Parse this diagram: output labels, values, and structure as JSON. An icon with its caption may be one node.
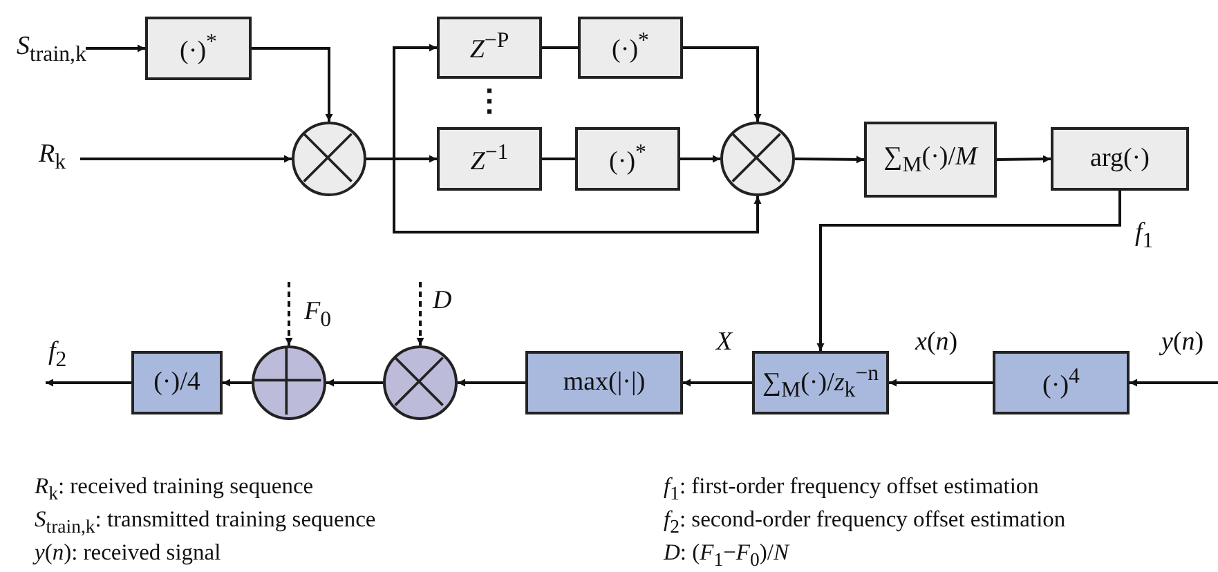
{
  "diagram": {
    "nodes": [
      {
        "text": [
          "(·)$^{*}$"
        ]
      },
      {
        "text": [],
        "shape": "circle"
      },
      {
        "text": [
          "*Z*$^{−P}$"
        ]
      },
      {
        "text": [
          "(·)$^{*}$"
        ]
      },
      {
        "text": [
          "*Z*$^{−1}$"
        ]
      },
      {
        "text": [
          "(·)$^{*}$"
        ]
      },
      {
        "text": [],
        "shape": "circle"
      },
      {
        "text": [
          "∑$_{M}$(·)/*M*"
        ]
      },
      {
        "text": [
          "arg(·)"
        ]
      },
      {
        "text": [
          "(·)$^{4}$"
        ]
      },
      {
        "text": [
          "∑$_{M}$(·)/*z*$_{k}$$^{−n}$"
        ]
      },
      {
        "text": [
          "max(|·|)"
        ]
      },
      {
        "text": [],
        "shape": "circle"
      },
      {
        "text": [],
        "shape": "circle"
      },
      {
        "text": [
          "(·)/4"
        ]
      }
    ],
    "edges": [
      {
        "from": null,
        "to": 0,
        "arrow": "to",
        "label": "*S*$_{train,k}$"
      },
      {
        "from": 0,
        "to": 1,
        "arrow": "to"
      },
      {
        "from": null,
        "to": 1,
        "arrow": "to",
        "label": "*R*$_{k}$"
      },
      {
        "from": 1,
        "to": 2,
        "arrow": "to"
      },
      {
        "from": 1,
        "to": 4,
        "arrow": "to"
      },
      {
        "from": 1,
        "to": 6,
        "arrow": "to"
      },
      {
        "from": 2,
        "to": 3,
        "arrow": "none"
      },
      {
        "from": 4,
        "to": 5,
        "arrow": "none"
      },
      {
        "from": 3,
        "to": 6,
        "arrow": "to"
      },
      {
        "from": 5,
        "to": 6,
        "arrow": "to"
      },
      {
        "from": 6,
        "to": 7,
        "arrow": "to"
      },
      {
        "from": 7,
        "to": 8,
        "arrow": "to"
      },
      {
        "from": 8,
        "to": 10,
        "arrow": "to",
        "label": "*f*$_{1}$"
      },
      {
        "from": null,
        "to": 9,
        "arrow": "to",
        "label": "*y*(*n*)"
      },
      {
        "from": 9,
        "to": 10,
        "arrow": "to",
        "label": "*x*(*n*)"
      },
      {
        "from": 10,
        "to": 11,
        "arrow": "to",
        "label": "*X*"
      },
      {
        "from": 11,
        "to": 12,
        "arrow": "to"
      },
      {
        "from": null,
        "to": 12,
        "arrow": "to",
        "style": "dashed",
        "label": "*D*"
      },
      {
        "from": 12,
        "to": 13,
        "arrow": "to"
      },
      {
        "from": null,
        "to": 13,
        "arrow": "to",
        "style": "dashed",
        "label": "*F*$_{0}$"
      },
      {
        "from": 13,
        "to": 14,
        "arrow": "to"
      },
      {
        "from": 14,
        "to": null,
        "arrow": "to",
        "label": "*f*$_{2}$"
      }
    ],
    "labels": [
      "⋮",
      "*R*$_{k}$: received training sequence",
      "*f*$_{1}$: first-order frequency offset estimation",
      "*S*$_{train,k}$: transmitted training sequence",
      "*f*$_{2}$: second-order frequency offset estimation",
      "*y*(*n*): received signal",
      "*D*: (*F*$_{1}$−*F*$_{0}$)/*N*"
    ]
  }
}
